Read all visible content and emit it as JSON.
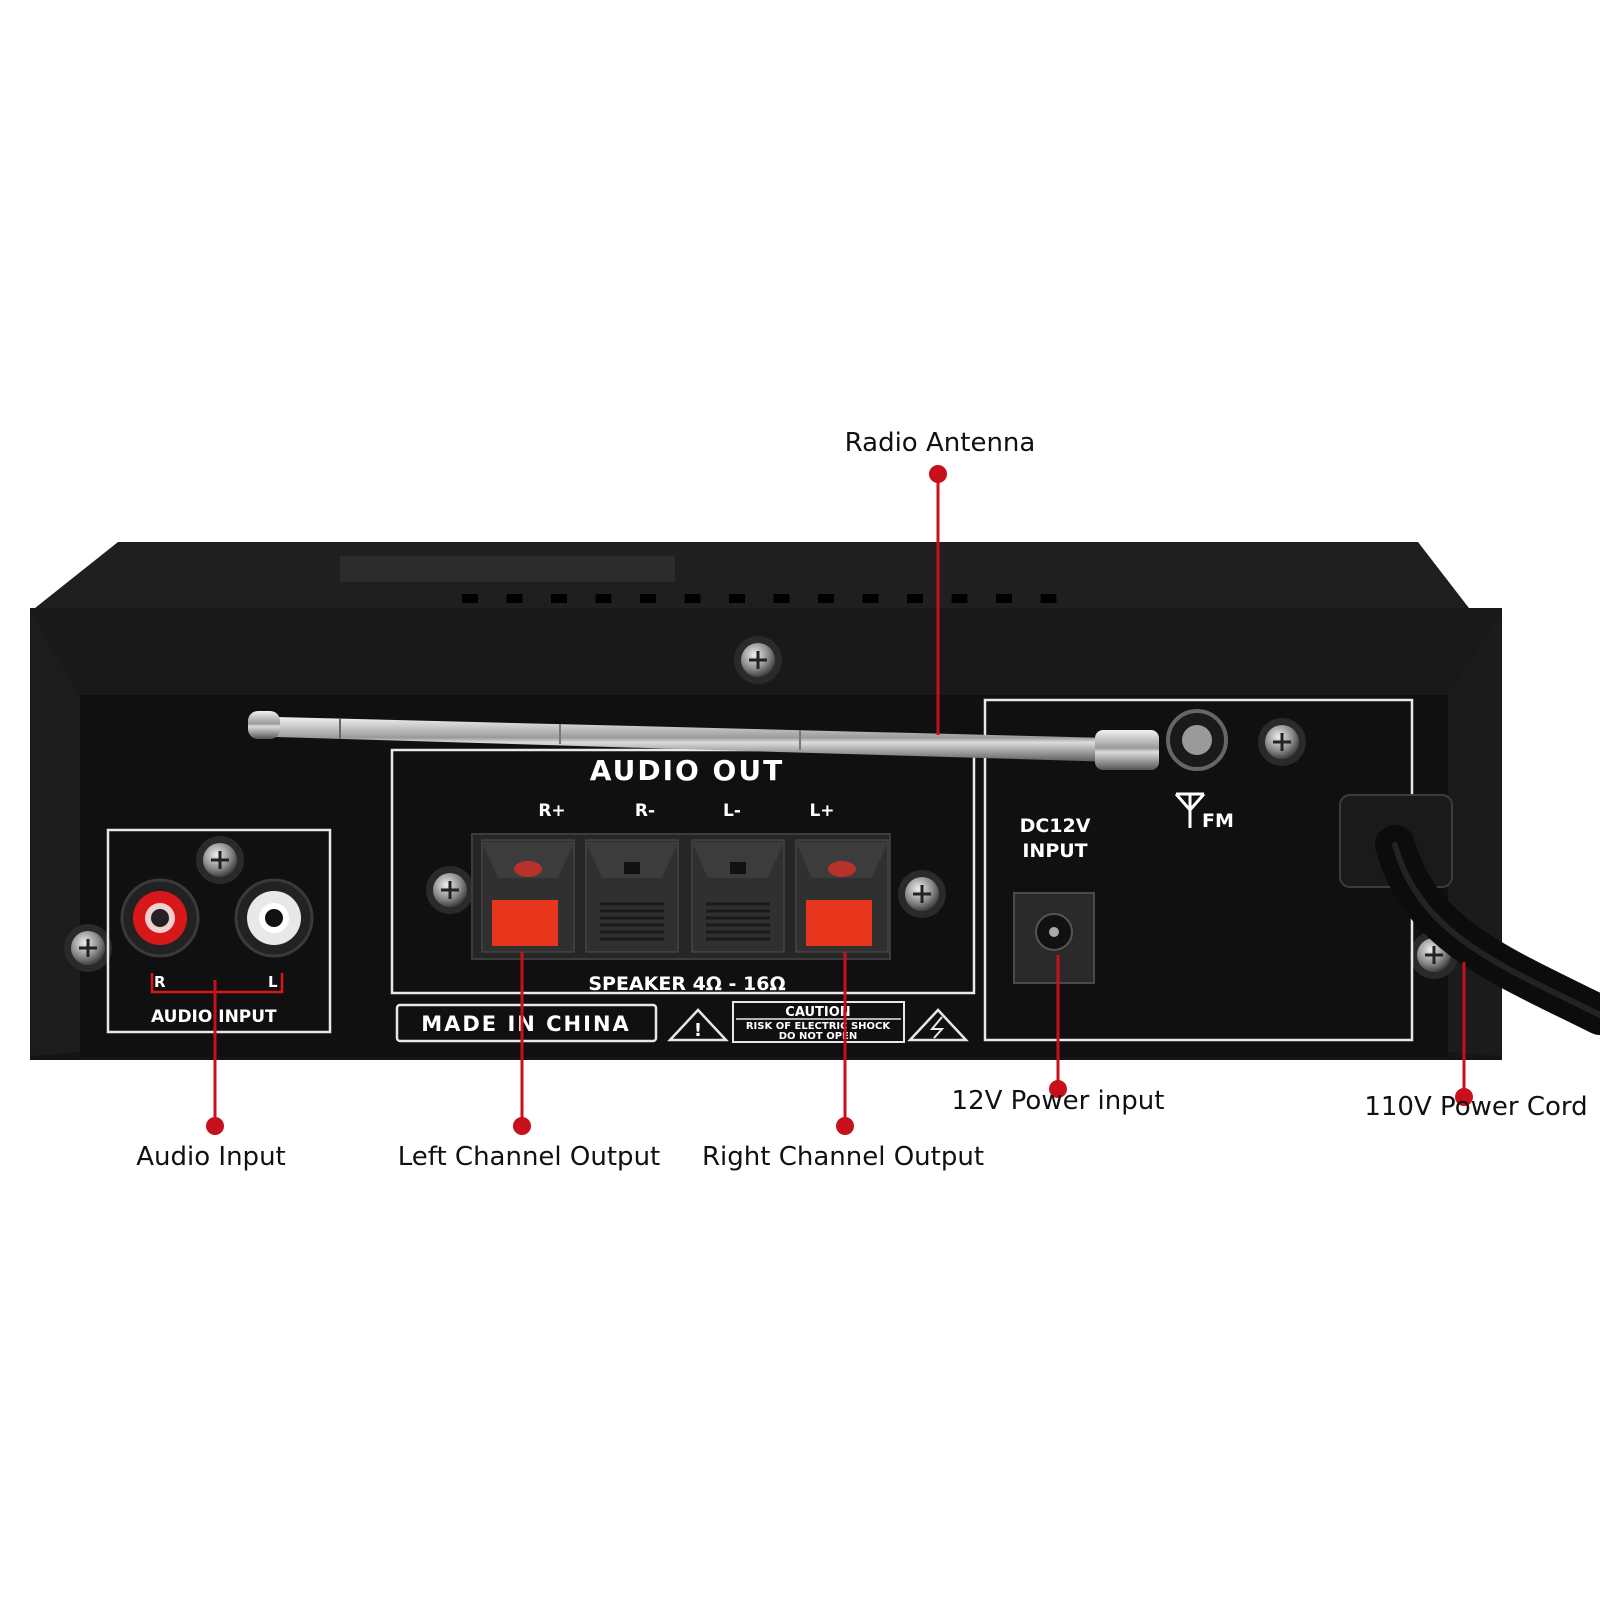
{
  "callouts": {
    "radio_antenna": "Radio Antenna",
    "audio_input": "Audio Input",
    "left_channel_output": "Left Channel Output",
    "right_channel_output": "Right Channel Output",
    "power_input_12v": "12V Power input",
    "power_cord_110v": "110V Power Cord"
  },
  "panel": {
    "audio_out": "AUDIO OUT",
    "terminals": [
      "R+",
      "R-",
      "L-",
      "L+"
    ],
    "speaker_rating": "SPEAKER 4Ω - 16Ω",
    "audio_input_label": "AUDIO INPUT",
    "rca_r": "R",
    "rca_l": "L",
    "made_in": "MADE IN CHINA",
    "caution_title": "CAUTION",
    "caution_line1": "RISK OF ELECTRIC SHOCK",
    "caution_line2": "DO NOT OPEN",
    "dc_line1": "DC12V",
    "dc_line2": "INPUT",
    "fm": "FM"
  },
  "colors": {
    "callout_red": "#c8101c",
    "terminal_red": "#e8361c",
    "rca_red": "#d81818",
    "chassis": "#141414"
  }
}
